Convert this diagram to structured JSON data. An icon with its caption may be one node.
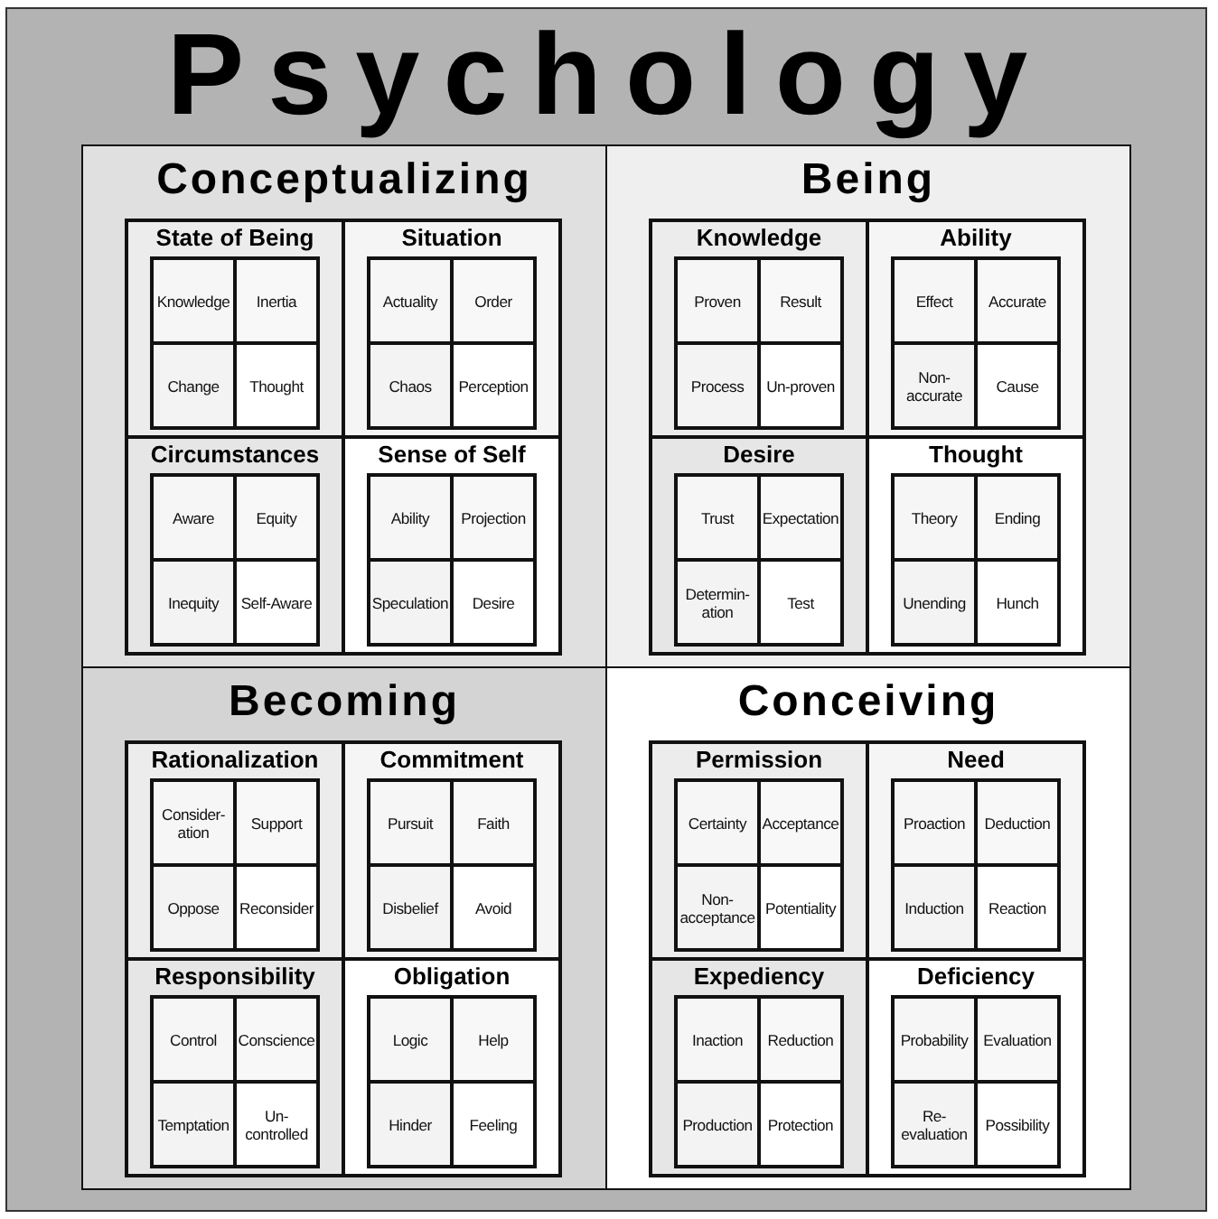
{
  "diagram": {
    "title": "Psychology",
    "nodes": [
      {
        "text": [
          "Conceptualizing"
        ]
      },
      {
        "text": [
          "State of Being"
        ],
        "in": 0
      },
      {
        "text": [
          "Knowledge"
        ],
        "in": 1
      },
      {
        "text": [
          "Inertia"
        ],
        "in": 1
      },
      {
        "text": [
          "Change"
        ],
        "in": 1
      },
      {
        "text": [
          "Thought"
        ],
        "in": 1
      },
      {
        "text": [
          "Situation"
        ],
        "in": 0
      },
      {
        "text": [
          "Actuality"
        ],
        "in": 6
      },
      {
        "text": [
          "Order"
        ],
        "in": 6
      },
      {
        "text": [
          "Chaos"
        ],
        "in": 6
      },
      {
        "text": [
          "Perception"
        ],
        "in": 6
      },
      {
        "text": [
          "Circumstances"
        ],
        "in": 0
      },
      {
        "text": [
          "Aware"
        ],
        "in": 11
      },
      {
        "text": [
          "Equity"
        ],
        "in": 11
      },
      {
        "text": [
          "Inequity"
        ],
        "in": 11
      },
      {
        "text": [
          "Self-Aware"
        ],
        "in": 11
      },
      {
        "text": [
          "Sense of Self"
        ],
        "in": 0
      },
      {
        "text": [
          "Ability"
        ],
        "in": 16
      },
      {
        "text": [
          "Projection"
        ],
        "in": 16
      },
      {
        "text": [
          "Speculation"
        ],
        "in": 16
      },
      {
        "text": [
          "Desire"
        ],
        "in": 16
      },
      {
        "text": [
          "Being"
        ]
      },
      {
        "text": [
          "Knowledge"
        ],
        "in": 21
      },
      {
        "text": [
          "Proven"
        ],
        "in": 22
      },
      {
        "text": [
          "Result"
        ],
        "in": 22
      },
      {
        "text": [
          "Process"
        ],
        "in": 22
      },
      {
        "text": [
          "Un-proven"
        ],
        "in": 22
      },
      {
        "text": [
          "Ability"
        ],
        "in": 21
      },
      {
        "text": [
          "Effect"
        ],
        "in": 27
      },
      {
        "text": [
          "Accurate"
        ],
        "in": 27
      },
      {
        "text": [
          "Non- accurate"
        ],
        "in": 27
      },
      {
        "text": [
          "Cause"
        ],
        "in": 27
      },
      {
        "text": [
          "Desire"
        ],
        "in": 21
      },
      {
        "text": [
          "Trust"
        ],
        "in": 32
      },
      {
        "text": [
          "Expectation"
        ],
        "in": 32
      },
      {
        "text": [
          "Determin- ation"
        ],
        "in": 32
      },
      {
        "text": [
          "Test"
        ],
        "in": 32
      },
      {
        "text": [
          "Thought"
        ],
        "in": 21
      },
      {
        "text": [
          "Theory"
        ],
        "in": 37
      },
      {
        "text": [
          "Ending"
        ],
        "in": 37
      },
      {
        "text": [
          "Unending"
        ],
        "in": 37
      },
      {
        "text": [
          "Hunch"
        ],
        "in": 37
      },
      {
        "text": [
          "Becoming"
        ]
      },
      {
        "text": [
          "Rationalization"
        ],
        "in": 42
      },
      {
        "text": [
          "Consider- ation"
        ],
        "in": 43
      },
      {
        "text": [
          "Support"
        ],
        "in": 43
      },
      {
        "text": [
          "Oppose"
        ],
        "in": 43
      },
      {
        "text": [
          "Reconsider"
        ],
        "in": 43
      },
      {
        "text": [
          "Commitment"
        ],
        "in": 42
      },
      {
        "text": [
          "Pursuit"
        ],
        "in": 48
      },
      {
        "text": [
          "Faith"
        ],
        "in": 48
      },
      {
        "text": [
          "Disbelief"
        ],
        "in": 48
      },
      {
        "text": [
          "Avoid"
        ],
        "in": 48
      },
      {
        "text": [
          "Responsibility"
        ],
        "in": 42
      },
      {
        "text": [
          "Control"
        ],
        "in": 53
      },
      {
        "text": [
          "Conscience"
        ],
        "in": 53
      },
      {
        "text": [
          "Temptation"
        ],
        "in": 53
      },
      {
        "text": [
          "Un- controlled"
        ],
        "in": 53
      },
      {
        "text": [
          "Obligation"
        ],
        "in": 42
      },
      {
        "text": [
          "Logic"
        ],
        "in": 58
      },
      {
        "text": [
          "Help"
        ],
        "in": 58
      },
      {
        "text": [
          "Hinder"
        ],
        "in": 58
      },
      {
        "text": [
          "Feeling"
        ],
        "in": 58
      },
      {
        "text": [
          "Conceiving"
        ]
      },
      {
        "text": [
          "Permission"
        ],
        "in": 63
      },
      {
        "text": [
          "Certainty"
        ],
        "in": 64
      },
      {
        "text": [
          "Acceptance"
        ],
        "in": 64
      },
      {
        "text": [
          "Non- acceptance"
        ],
        "in": 64
      },
      {
        "text": [
          "Potentiality"
        ],
        "in": 64
      },
      {
        "text": [
          "Need"
        ],
        "in": 63
      },
      {
        "text": [
          "Proaction"
        ],
        "in": 69
      },
      {
        "text": [
          "Deduction"
        ],
        "in": 69
      },
      {
        "text": [
          "Induction"
        ],
        "in": 69
      },
      {
        "text": [
          "Reaction"
        ],
        "in": 69
      },
      {
        "text": [
          "Expediency"
        ],
        "in": 63
      },
      {
        "text": [
          "Inaction"
        ],
        "in": 74
      },
      {
        "text": [
          "Reduction"
        ],
        "in": 74
      },
      {
        "text": [
          "Production"
        ],
        "in": 74
      },
      {
        "text": [
          "Protection"
        ],
        "in": 74
      },
      {
        "text": [
          "Deficiency"
        ],
        "in": 63
      },
      {
        "text": [
          "Probability"
        ],
        "in": 79
      },
      {
        "text": [
          "Evaluation"
        ],
        "in": 79
      },
      {
        "text": [
          "Re- evaluation"
        ],
        "in": 79
      },
      {
        "text": [
          "Possibility"
        ],
        "in": 79
      }
    ]
  }
}
